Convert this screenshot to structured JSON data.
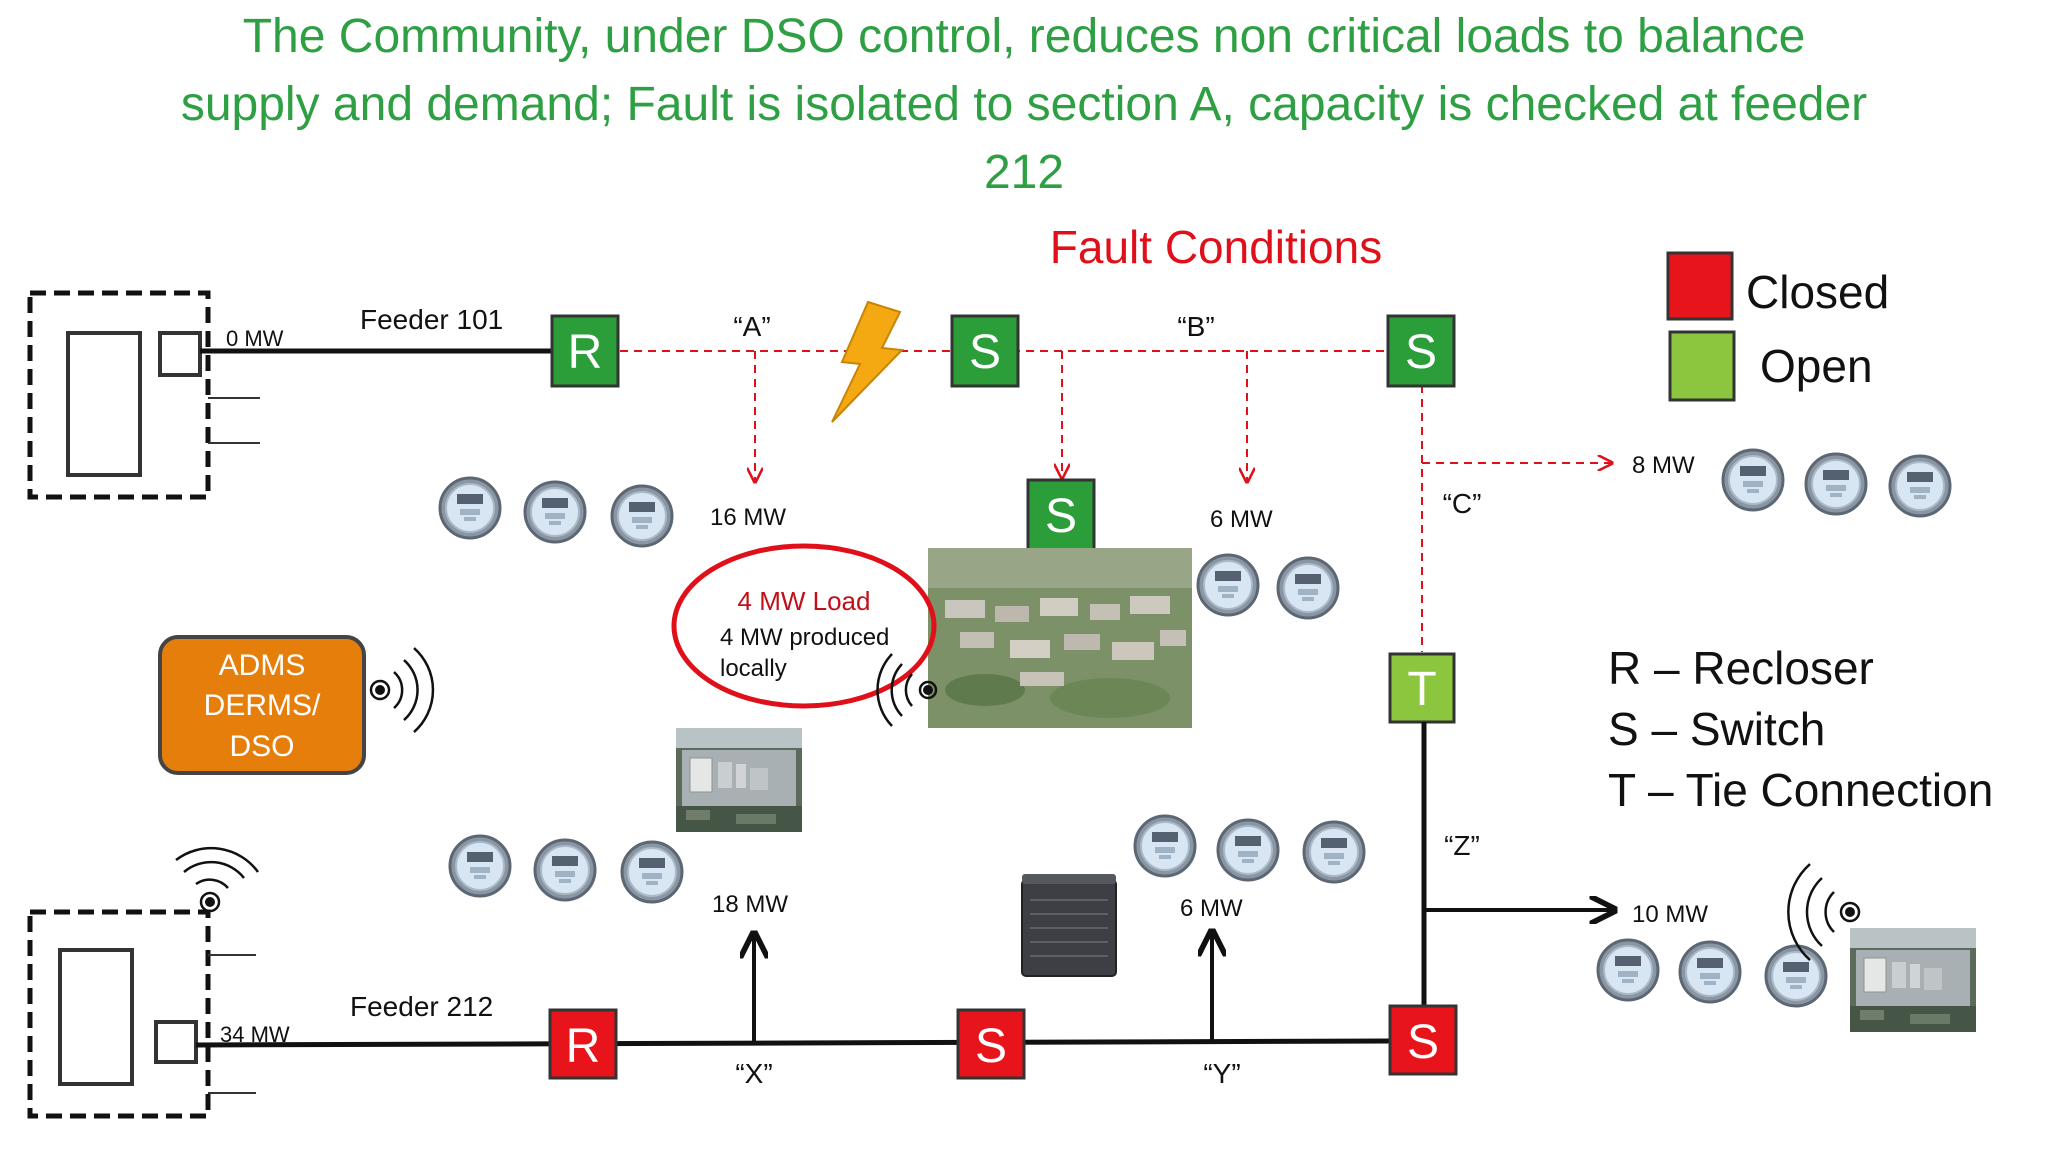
{
  "title": {
    "line1": "The Community, under DSO control, reduces non critical loads to balance",
    "line2": "supply and demand; Fault is isolated to section A, capacity is checked at feeder",
    "line3": "212"
  },
  "fault_conditions": "Fault Conditions",
  "colors": {
    "title_green": "#2ea043",
    "fault_red": "#e0101a",
    "closed_red": "#e8141b",
    "open_green_dark": "#2b9e3a",
    "open_green_light": "#8cc63f",
    "adms_orange": "#e67e0c"
  },
  "legend": {
    "closed": "Closed",
    "open": "Open",
    "recloser": "R – Recloser",
    "switch": "S – Switch",
    "tie": "T – Tie Connection"
  },
  "feeders": {
    "f101": {
      "name": "Feeder 101",
      "mw": "0 MW"
    },
    "f212": {
      "name": "Feeder 212",
      "mw": "34 MW"
    }
  },
  "devices": {
    "r_top": "R",
    "s_top_mid": "S",
    "s_top_right": "S",
    "s_community": "S",
    "t_tie": "T",
    "r_bottom": "R",
    "s_bottom_mid": "S",
    "s_bottom_right": "S"
  },
  "sections": {
    "a": "“A”",
    "b": "“B”",
    "c": "“C”",
    "x": "“X”",
    "y": "“Y”",
    "z": "“Z”"
  },
  "loads": {
    "a": "16 MW",
    "b": "6 MW",
    "c": "8 MW",
    "x": "18 MW",
    "y": "6 MW",
    "z": "10 MW"
  },
  "community": {
    "load": "4 MW Load",
    "produced_1": "4 MW produced",
    "produced_2": "locally"
  },
  "adms": {
    "line1": "ADMS",
    "line2": "DERMS/",
    "line3": "DSO"
  }
}
